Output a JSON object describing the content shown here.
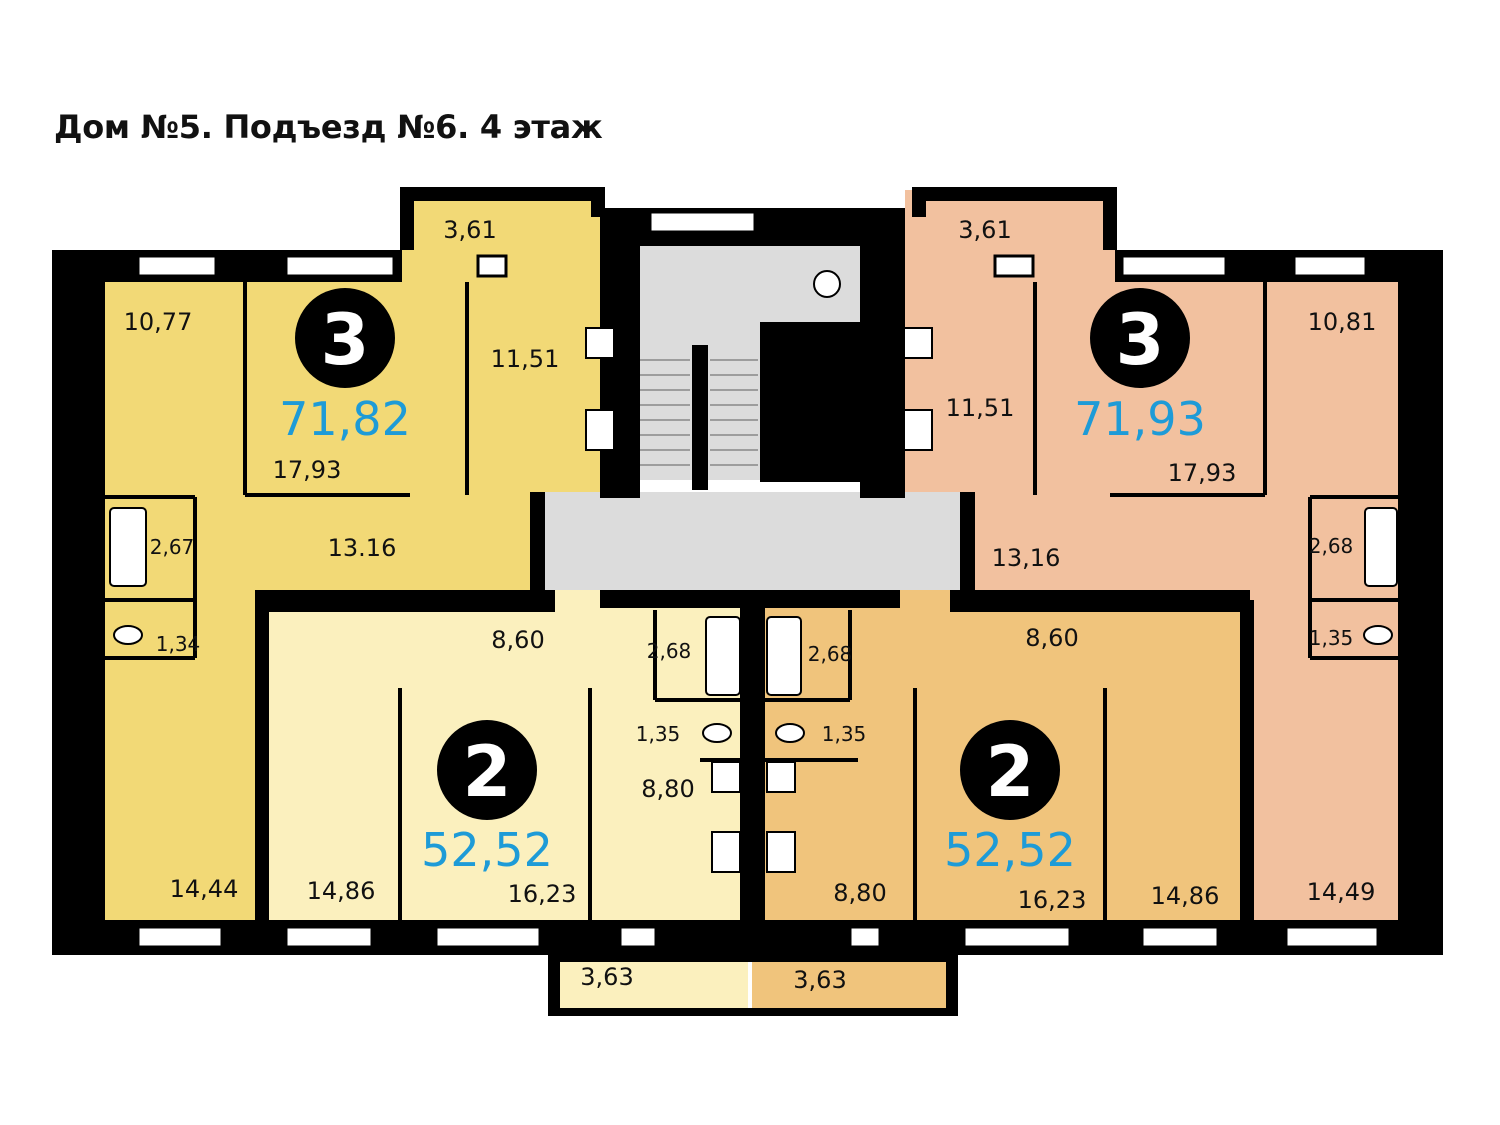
{
  "title": "Дом №5. Подъезд №6. 4 этаж",
  "colors": {
    "apt_left_3": "#f2d976",
    "apt_right_3": "#f2c19f",
    "apt_left_2": "#fbf0be",
    "apt_right_2": "#f0c47c",
    "stair": "#dcdcdc",
    "wall": "#000000",
    "area_total": "#1e9bd7"
  },
  "apartments": [
    {
      "rooms": "3",
      "total": "71,82",
      "areas": [
        "3,61",
        "10,77",
        "11,51",
        "17,93",
        "13.16",
        "2,67",
        "1,34",
        "14,44"
      ]
    },
    {
      "rooms": "3",
      "total": "71,93",
      "areas": [
        "3,61",
        "11,51",
        "10,81",
        "17,93",
        "13,16",
        "2,68",
        "1,35",
        "14,49"
      ]
    },
    {
      "rooms": "2",
      "total": "52,52",
      "areas": [
        "8,60",
        "2,68",
        "1,35",
        "8,80",
        "14,86",
        "16,23",
        "3,63"
      ]
    },
    {
      "rooms": "2",
      "total": "52,52",
      "areas": [
        "2,68",
        "8,60",
        "1,35",
        "8,80",
        "16,23",
        "14,86",
        "3,63"
      ]
    }
  ]
}
